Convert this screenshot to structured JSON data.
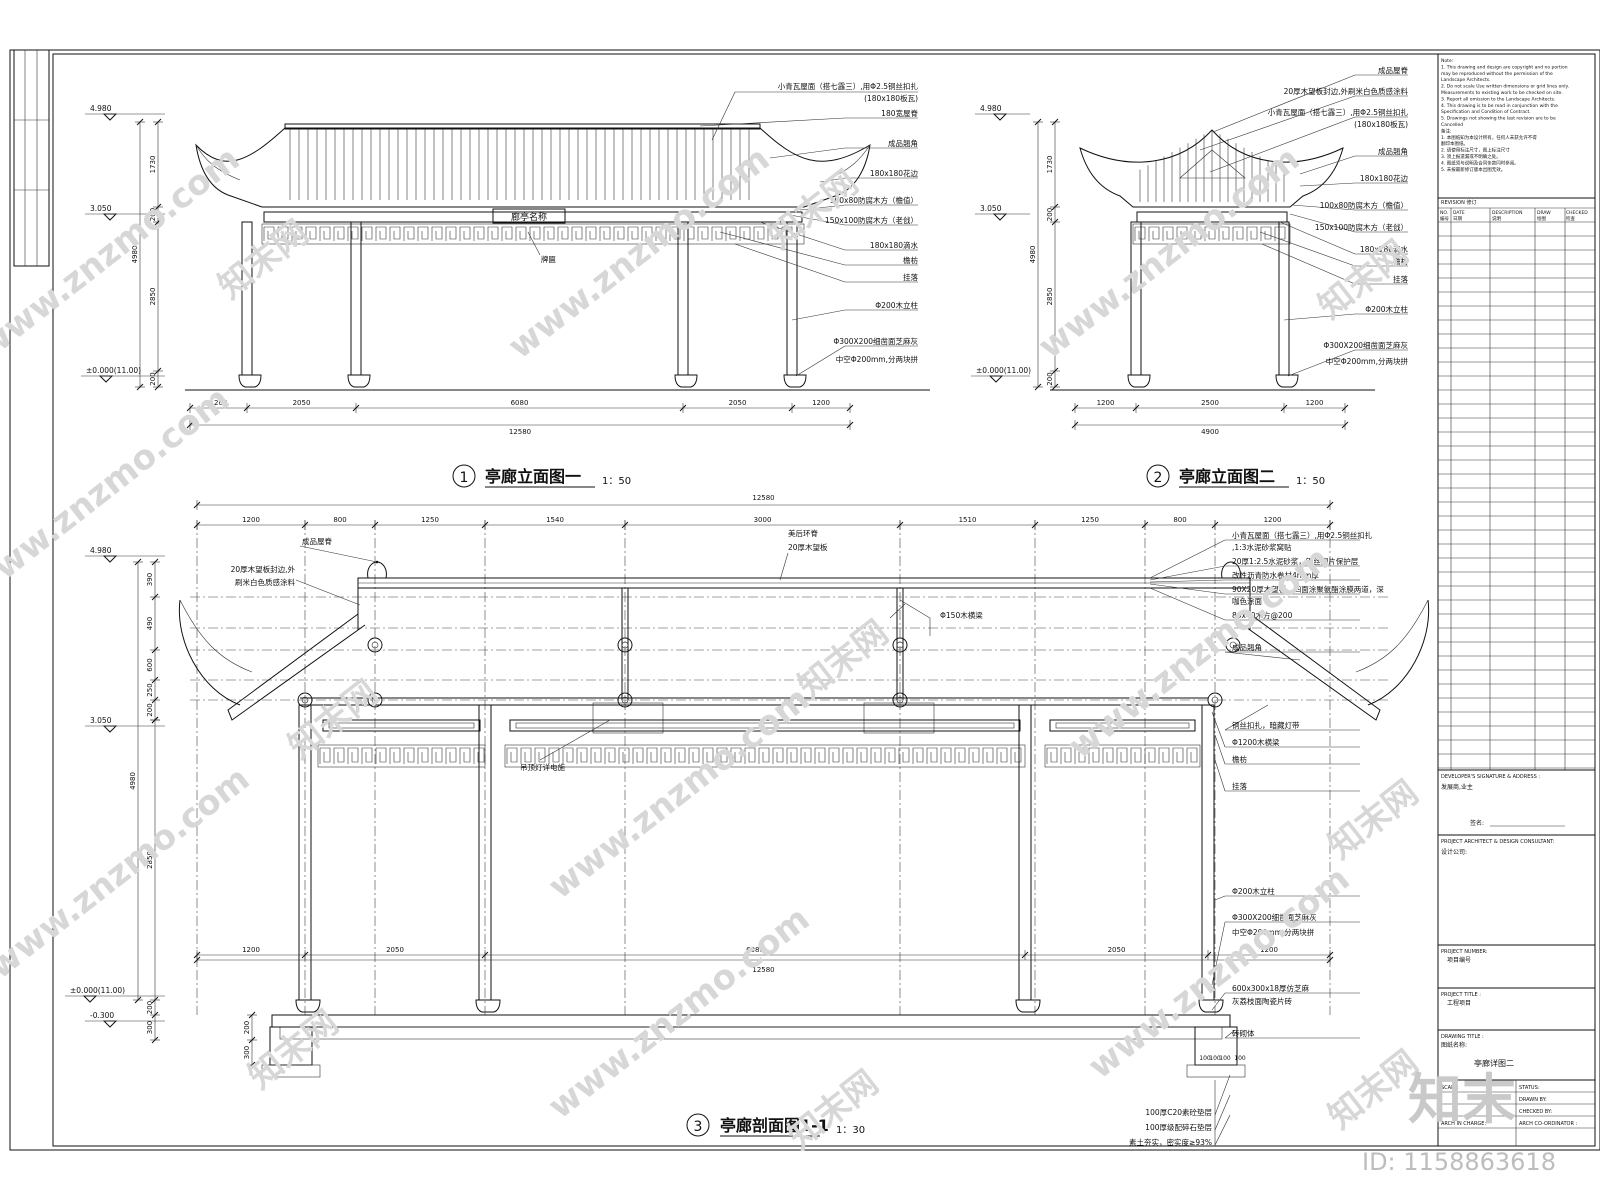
{
  "title_block": {
    "notes": [
      "Note:",
      "1. This drawing and design are copyright and no portion",
      "   may be reproduced without the permission of the",
      "   Landscape Architects.",
      "2. Do not scale Use written dimensions or grid lines only.",
      "   Measurements to existing work to be checked on site.",
      "3. Report all omission to the Landscape Architects.",
      "4. This drawing is to be read in conjunction with the",
      "   Specification and Condition of Contract.",
      "5. Drawings not showing the last revision are to be",
      "   Cancelled",
      "备注:",
      "1. 本图纸知为本设计所有，任何人未获允许不得",
      "   翻印本图纸。",
      "2. 请使用标注尺寸，图上标注尺寸",
      "3. 须上报遗漏或不明确之处。",
      "4. 图纸须与说明及合同条款同时参阅。",
      "5. 未按最新修订版本出图无效。"
    ],
    "revision_label": "REVISION 修订",
    "revision_headers": [
      {
        "en": "NO.",
        "zh": "编号"
      },
      {
        "en": "DATE",
        "zh": "日期"
      },
      {
        "en": "DESCRIPTION",
        "zh": "说明"
      },
      {
        "en": "DRAW",
        "zh": "绘图"
      },
      {
        "en": "CHECKED",
        "zh": "检查"
      }
    ],
    "developer_label": "DEVELOPER'S SIGNATURE & ADDRESS :",
    "developer_value": "发展商,业主",
    "sign_label": "签名:",
    "architect_label": "PROJECT ARCHITECT & DESIGN CONSULTANT:",
    "architect_value": "设计公司:",
    "project_number_label": "PROJECT NUMBER:",
    "project_number_value": "项目编号",
    "project_title_label": "PROJECT TITLE :",
    "project_title_value": "工程项目",
    "drawing_title_label": "DRAWING TITLE :",
    "drawing_title_zh": "图纸名称:",
    "drawing_title_value": "亭廊详图二",
    "scale_label": "SCALE:",
    "status_label": "STATUS:",
    "drawn_label": "DRAWN BY:",
    "checked_label": "CHECKED BY:",
    "arch_charge_label": "ARCH IN CHARGE:",
    "coordinator_label": "ARCH CO-ORDINATOR :"
  },
  "elevation1": {
    "number": "1",
    "title": "亭廊立面图一",
    "scale": "1：50",
    "levels": [
      "4.980",
      "3.050",
      "±0.000(11.00)"
    ],
    "v_dims": [
      "1730",
      "200",
      "2850",
      "200",
      "4980"
    ],
    "h_dims": [
      "1200",
      "2050",
      "6080",
      "2050",
      "1200"
    ],
    "total": "12580",
    "labels": [
      "小青瓦屋面（搭七露三）,用Φ2.5铜丝扣扎",
      "(180x180板瓦)",
      "180宽屋脊",
      "成品翘角",
      "180x180花边",
      "100x80防腐木方（檐值）",
      "150x100防腐木方（老戗）",
      "180x180滴水",
      "檐枋",
      "挂落",
      "Φ200木立柱",
      "Φ300X200细凿面芝麻灰",
      "中空Φ200mm,分两块拼"
    ],
    "plaque_label": "牌匾",
    "plaque_text": "廊亭名称"
  },
  "elevation2": {
    "number": "2",
    "title": "亭廊立面图二",
    "scale": "1：50",
    "levels": [
      "4.980",
      "3.050",
      "±0.000(11.00)"
    ],
    "v_dims": [
      "1730",
      "200",
      "2850",
      "200",
      "4980"
    ],
    "h_dims": [
      "1200",
      "2500",
      "1200"
    ],
    "total": "4900",
    "labels": [
      "成品屋脊",
      "20厚木望板封边,外刷米白色质感涂料",
      "小青瓦屋面（搭七露三）,用Φ2.5铜丝扣扎",
      "(180x180板瓦)",
      "成品翘角",
      "180x180花边",
      "100x80防腐木方（檐值）",
      "150x100防腐木方（老戗）",
      "180x180滴水",
      "檐枋",
      "挂落",
      "Φ200木立柱",
      "Φ300X200细凿面芝麻灰",
      "中空Φ200mm,分两块拼"
    ]
  },
  "section": {
    "number": "3",
    "title": "亭廊剖面图1-1",
    "scale": "1：30",
    "total": "12580",
    "top_dims": [
      "1200",
      "800",
      "1250",
      "1540",
      "3000",
      "1510",
      "1250",
      "800",
      "1200"
    ],
    "bottom_dims": [
      "1200",
      "2050",
      "6080",
      "2050",
      "1200"
    ],
    "levels": [
      "4.980",
      "3.050",
      "±0.000(11.00)",
      "-0.300"
    ],
    "v_dims": [
      "390",
      "490",
      "600",
      "250",
      "200",
      "4980",
      "2850",
      "200",
      "300"
    ],
    "found_dims": [
      "200",
      "300",
      "100",
      "100",
      "100",
      "100"
    ],
    "left_labels": [
      "成品屋脊",
      "20厚木望板封边,外",
      "刷米白色质感涂料"
    ],
    "top_labels": [
      "美后环脊",
      "20厚木望板"
    ],
    "beam_label": "Φ150木横梁",
    "lamp_label": "吊顶灯详电施",
    "right_labels": [
      "小青瓦屋面（搭七露三）,用Φ2.5铜丝扣扎",
      ",1:3水泥砂浆窝贴",
      "20厚1:2.5水泥砂浆，钢丝网片保护层",
      "改性沥青防水卷材4mm厚",
      "90X20厚木望板，四面涂聚氨酯涂膜两道，深",
      "咖色涂面",
      "80x40木方@200",
      "成品翘角",
      "铜丝扣扎，暗藏灯带",
      "Φ1200木横梁",
      "檐枋",
      "挂落",
      "Φ200木立柱",
      "Φ300X200细凿面芝麻灰",
      "中空Φ200mm,分两块拼",
      "600x300x18厚仿芝麻",
      "灰荔枝面陶瓷片砖",
      "砖砌体"
    ],
    "foundation_labels": [
      "100厚C20素砼垫层",
      "100厚级配碎石垫层",
      "素土夯实，密实度≥93%"
    ]
  },
  "watermark": {
    "site": "www.znzmo.com",
    "brand": "知末网",
    "logo": "知末",
    "id": "ID: 1158863618"
  }
}
